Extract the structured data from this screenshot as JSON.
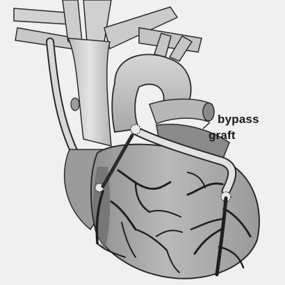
{
  "illustration": {
    "subject": "heart-with-bypass-graft",
    "colors": {
      "background": "#f0f0f0",
      "muscle": "#a9a9a9",
      "muscle_shadow": "#7c7c7c",
      "vessel": "#cfcfcf",
      "artery_dark": "#1e1e1e",
      "outline": "#2a2a2a"
    }
  },
  "labels": {
    "line1": "bypass",
    "line2": "graft"
  }
}
